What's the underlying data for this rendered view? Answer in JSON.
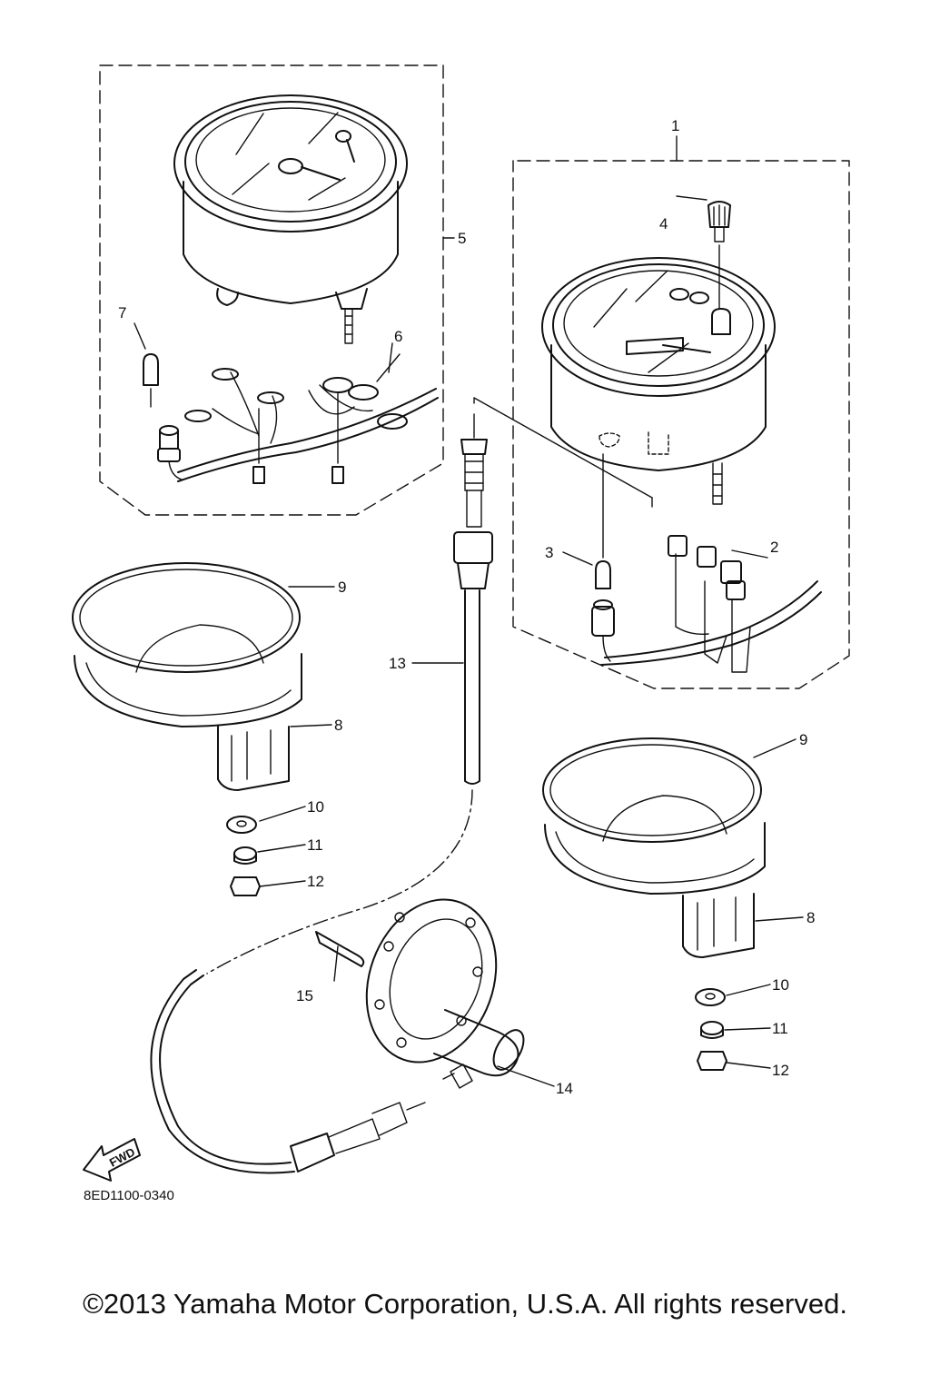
{
  "diagram": {
    "drawing_code": "8ED1100-0340",
    "fwd_label": "FWD",
    "callouts": {
      "c1": "1",
      "c2": "2",
      "c3": "3",
      "c4": "4",
      "c5": "5",
      "c6": "6",
      "c7": "7",
      "c8a": "8",
      "c8b": "8",
      "c9a": "9",
      "c9b": "9",
      "c10a": "10",
      "c10b": "10",
      "c11a": "11",
      "c11b": "11",
      "c12a": "12",
      "c12b": "12",
      "c13": "13",
      "c14": "14",
      "c15": "15"
    }
  },
  "footer": {
    "copyright": "©2013 Yamaha Motor Corporation, U.S.A. All rights reserved."
  }
}
